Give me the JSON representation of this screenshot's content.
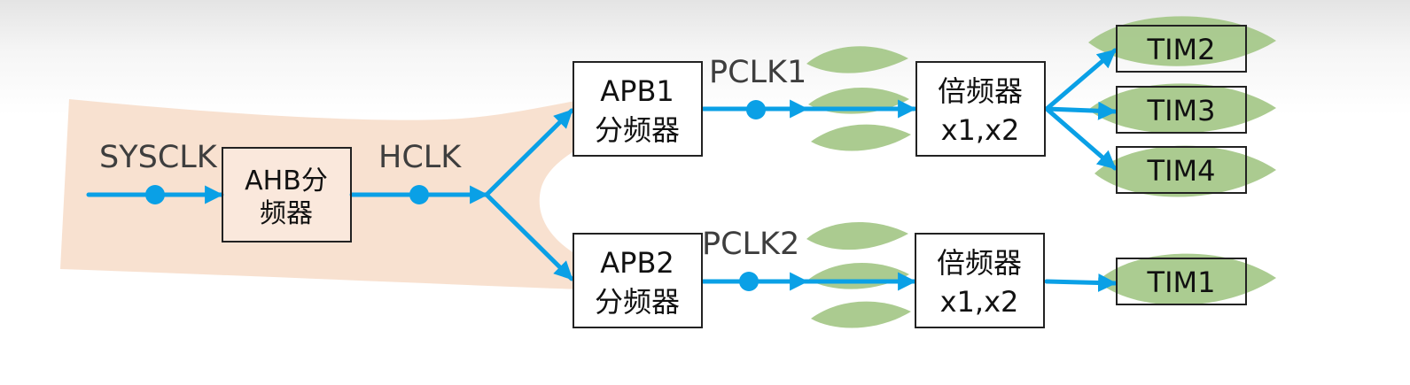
{
  "diagram": {
    "signals": {
      "sysclk": "SYSCLK",
      "hclk": "HCLK",
      "pclk1": "PCLK1",
      "pclk2": "PCLK2"
    },
    "blocks": {
      "ahb": [
        "AHB分",
        "频器"
      ],
      "apb1": [
        "APB1",
        "分频器"
      ],
      "apb2": [
        "APB2",
        "分频器"
      ],
      "mult1": [
        "倍频器",
        "x1,x2"
      ],
      "mult2": [
        "倍频器",
        "x1,x2"
      ]
    },
    "timers": {
      "tim2": "TIM2",
      "tim3": "TIM3",
      "tim4": "TIM4",
      "tim1": "TIM1"
    },
    "colors": {
      "arrow": "#0aa0e6",
      "highlight_band": "#f7dcc8",
      "leaf": "#a7c98b",
      "box_border": "#222222"
    }
  }
}
